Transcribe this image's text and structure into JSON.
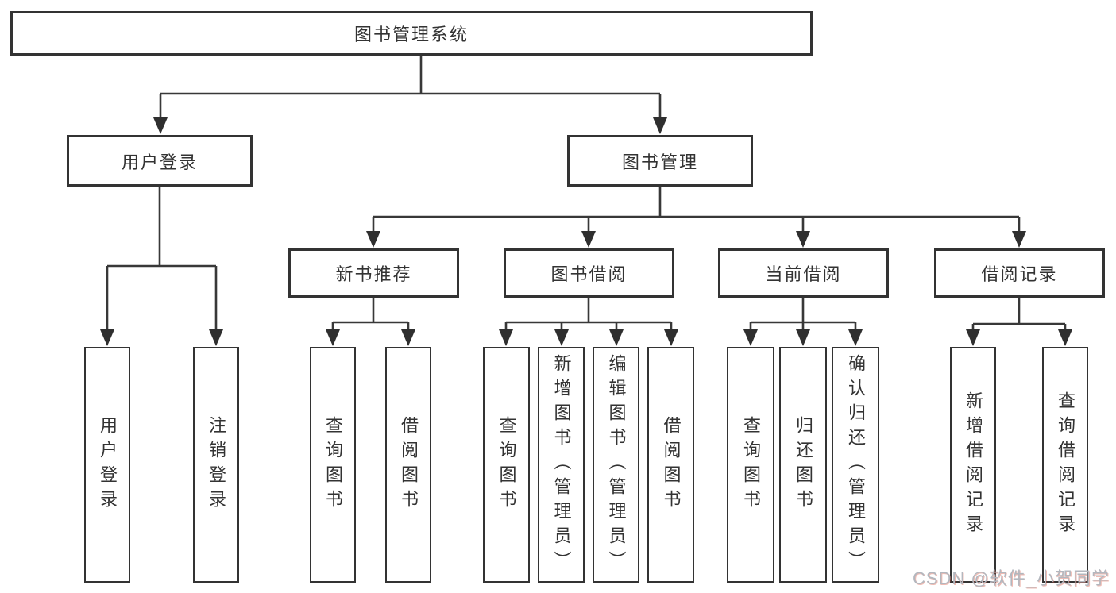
{
  "root": {
    "label": "图书管理系统"
  },
  "level2": {
    "user_login": {
      "label": "用户登录"
    },
    "book_mgmt": {
      "label": "图书管理"
    }
  },
  "level3": {
    "new_books": {
      "label": "新书推荐"
    },
    "book_borrow": {
      "label": "图书借阅"
    },
    "current_borrow": {
      "label": "当前借阅"
    },
    "borrow_records": {
      "label": "借阅记录"
    }
  },
  "leaves": {
    "user_login_leaf": "用户登录",
    "user_logout": "注销登录",
    "nb_query_books": "查询图书",
    "nb_borrow_books": "借阅图书",
    "bb_query_books": "查询图书",
    "bb_add_books_admin": "新增图书（管理员）",
    "bb_edit_books_admin": "编辑图书（管理员）",
    "bb_borrow_books": "借阅图书",
    "cb_query_books": "查询图书",
    "cb_return_books": "归还图书",
    "cb_confirm_return_admin": "确认归还（管理员）",
    "br_add_record": "新增借阅记录",
    "br_query_record": "查询借阅记录"
  },
  "watermark": {
    "text": "CSDN @软件_小贺同学"
  },
  "colors": {
    "background": "#ffffff",
    "line": "#383838",
    "box_border": "#333333",
    "text": "#333333",
    "watermark": "#b3b7be"
  }
}
